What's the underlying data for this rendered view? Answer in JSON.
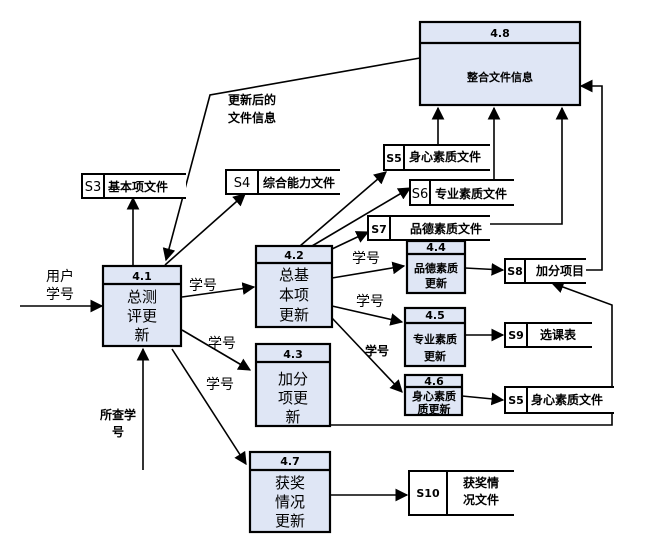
{
  "processes": {
    "p48": {
      "id": "4.8",
      "lines": [
        "整合文件信息"
      ]
    },
    "p41": {
      "id": "4.1",
      "lines": [
        "总测",
        "评更",
        "新"
      ]
    },
    "p42": {
      "id": "4.2",
      "lines": [
        "总基",
        "本项",
        "更新"
      ]
    },
    "p43": {
      "id": "4.3",
      "lines": [
        "加分",
        "项更",
        "新"
      ]
    },
    "p44": {
      "id": "4.4",
      "lines": [
        "品德素质",
        "更新"
      ]
    },
    "p45": {
      "id": "4.5",
      "lines": [
        "专业素质",
        "更新"
      ]
    },
    "p46": {
      "id": "4.6",
      "lines": [
        "身心素质",
        "质更新"
      ]
    },
    "p47": {
      "id": "4.7",
      "lines": [
        "获奖",
        "情况",
        "更新"
      ]
    }
  },
  "stores": {
    "s3": {
      "code": "S3",
      "name": "基本项文件"
    },
    "s4": {
      "code": "S4",
      "name": "综合能力文件"
    },
    "s5a": {
      "code": "S5",
      "name": "身心素质文件"
    },
    "s6": {
      "code": "S6",
      "name": "专业素质文件"
    },
    "s7": {
      "code": "S7",
      "name": "品德素质文件"
    },
    "s8": {
      "code": "S8",
      "name": "加分项目"
    },
    "s9": {
      "code": "S9",
      "name": "选课表"
    },
    "s5b": {
      "code": "S5",
      "name": "身心素质文件"
    },
    "s10": {
      "code": "S10",
      "name": "获奖情况文件",
      "lines": [
        "获奖情",
        "况文件"
      ]
    }
  },
  "labels": {
    "user_id": [
      "用户",
      "学号"
    ],
    "updated_info": [
      "更新后的",
      "文件信息"
    ],
    "query_id": [
      "所查学",
      "号"
    ],
    "flow_id_41_42": "学号",
    "flow_id_41_43": "学号",
    "flow_id_41_47": "学号",
    "flow_id_42_44": "学号",
    "flow_id_42_45": "学号",
    "flow_id_42_46": "学号"
  }
}
